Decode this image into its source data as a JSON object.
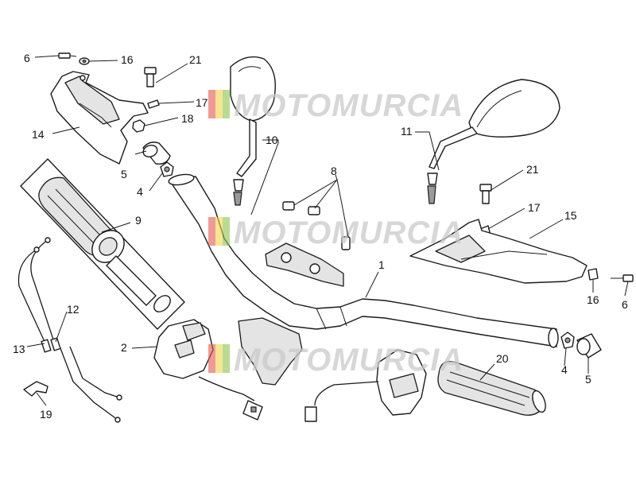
{
  "watermark": {
    "text": "MOTOMURCIA",
    "flag_colors": [
      "#e8554e",
      "#f4d34a",
      "#8bc34a"
    ]
  },
  "callouts": {
    "c6_left": "6",
    "c16_left": "16",
    "c21_left": "21",
    "c17_left": "17",
    "c18": "18",
    "c14": "14",
    "c10": "10",
    "c5_left": "5",
    "c4_left": "4",
    "c8": "8",
    "c9": "9",
    "c11": "11",
    "c21_right": "21",
    "c17_right": "17",
    "c15": "15",
    "c16_right": "16",
    "c6_right": "6",
    "c1": "1",
    "c12": "12",
    "c13": "13",
    "c2": "2",
    "c20": "20",
    "c4_right": "4",
    "c5_right": "5",
    "c19": "19"
  }
}
